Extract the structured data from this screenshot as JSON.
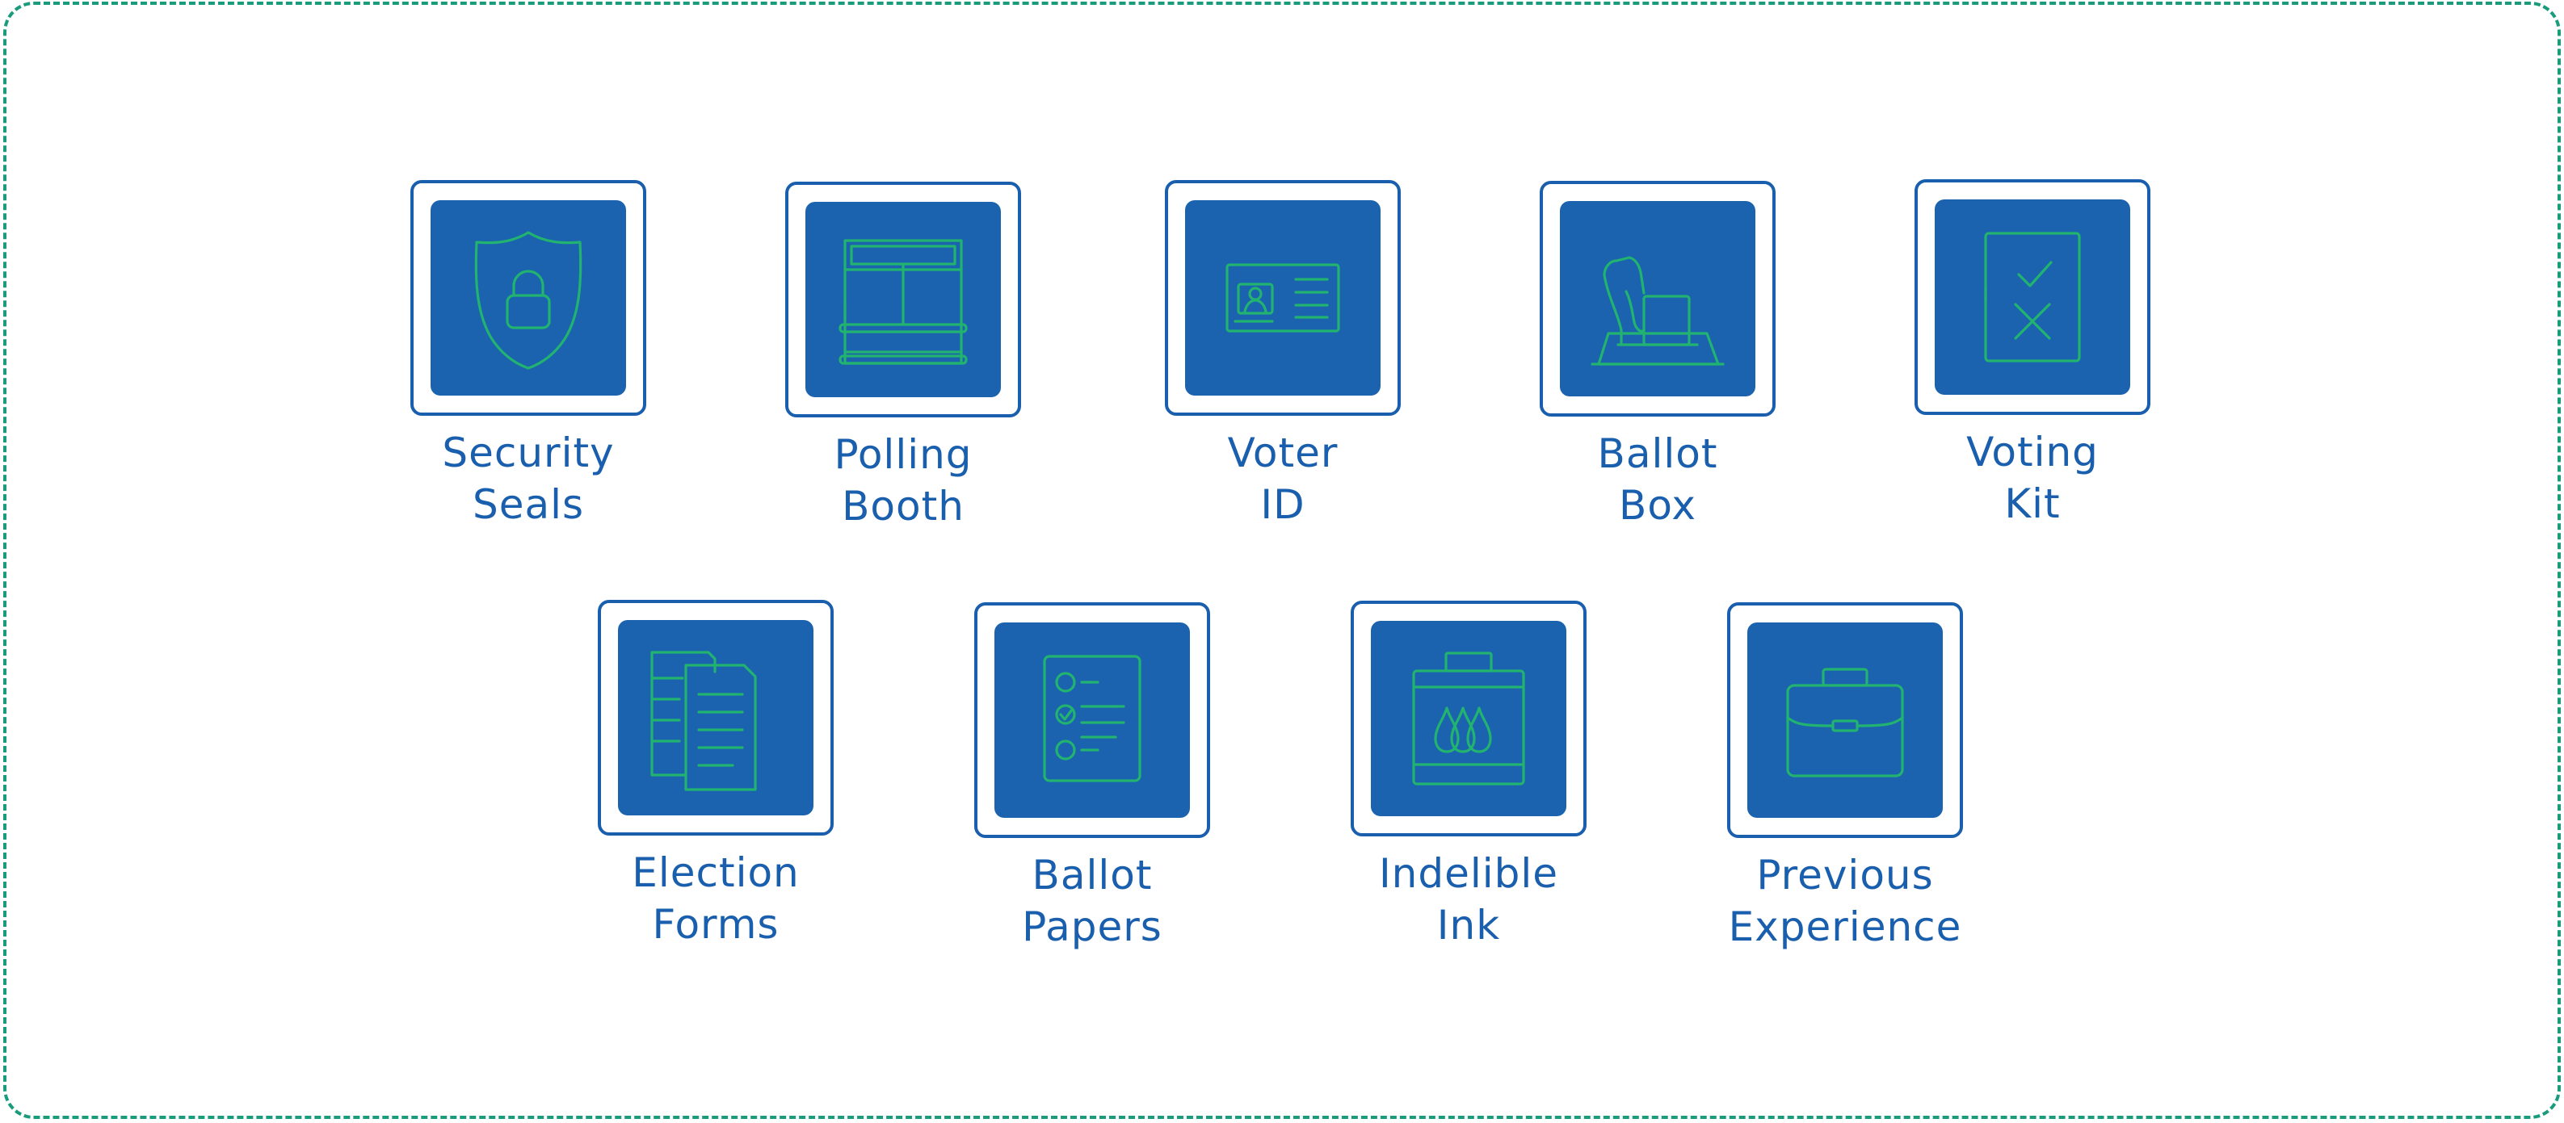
{
  "colors": {
    "panel_border": "#1a9c7c",
    "tile_border": "#1a5fad",
    "tile_fill": "#1b63ae",
    "icon_stroke": "#21b36f",
    "label_text": "#1a5fad"
  },
  "tiles": [
    {
      "icon": "shield-lock-icon",
      "line1": "Security",
      "line2": "Seals"
    },
    {
      "icon": "polling-booth-icon",
      "line1": "Polling",
      "line2": "Booth"
    },
    {
      "icon": "id-card-icon",
      "line1": "Voter",
      "line2": "ID"
    },
    {
      "icon": "ballot-box-icon",
      "line1": "Ballot",
      "line2": "Box"
    },
    {
      "icon": "voting-kit-icon",
      "line1": "Voting",
      "line2": "Kit"
    },
    {
      "icon": "documents-icon",
      "line1": "Election",
      "line2": "Forms"
    },
    {
      "icon": "checklist-icon",
      "line1": "Ballot",
      "line2": "Papers"
    },
    {
      "icon": "ink-bottle-icon",
      "line1": "Indelible",
      "line2": "Ink"
    },
    {
      "icon": "briefcase-icon",
      "line1": "Previous",
      "line2": "Experience"
    }
  ]
}
